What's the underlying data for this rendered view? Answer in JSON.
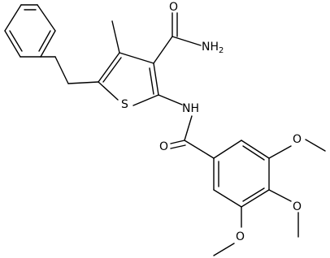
{
  "molecule": {
    "labels": {
      "carbonyl_o_amide": "O",
      "amide_nh2": "NH2",
      "thiophene_s": "S",
      "nh_linker": "NH",
      "carbonyl_o_benzamide": "O",
      "methoxy_o_top": "O",
      "methoxy_o_middle": "O",
      "methoxy_o_bottom": "O"
    }
  }
}
